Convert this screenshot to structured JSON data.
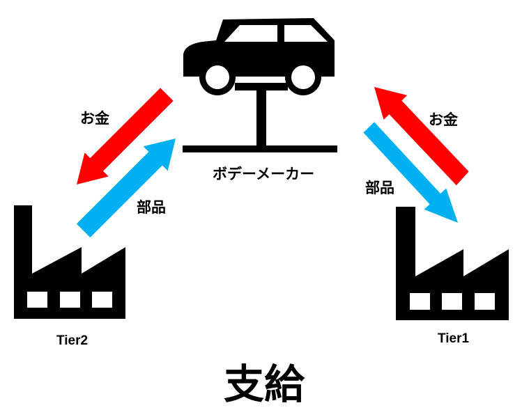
{
  "labels": {
    "body_maker": "ボデーメーカー",
    "tier2": "Tier2",
    "tier1": "Tier1",
    "money_left": "お金",
    "parts_left": "部品",
    "money_right": "お金",
    "parts_right": "部品",
    "title": "支給"
  },
  "icons": {
    "car_lift": "car-on-lift-icon",
    "factory": "factory-icon"
  },
  "colors": {
    "money_arrow": "#ff0000",
    "parts_arrow": "#00b0f0",
    "icon": "#000000"
  }
}
